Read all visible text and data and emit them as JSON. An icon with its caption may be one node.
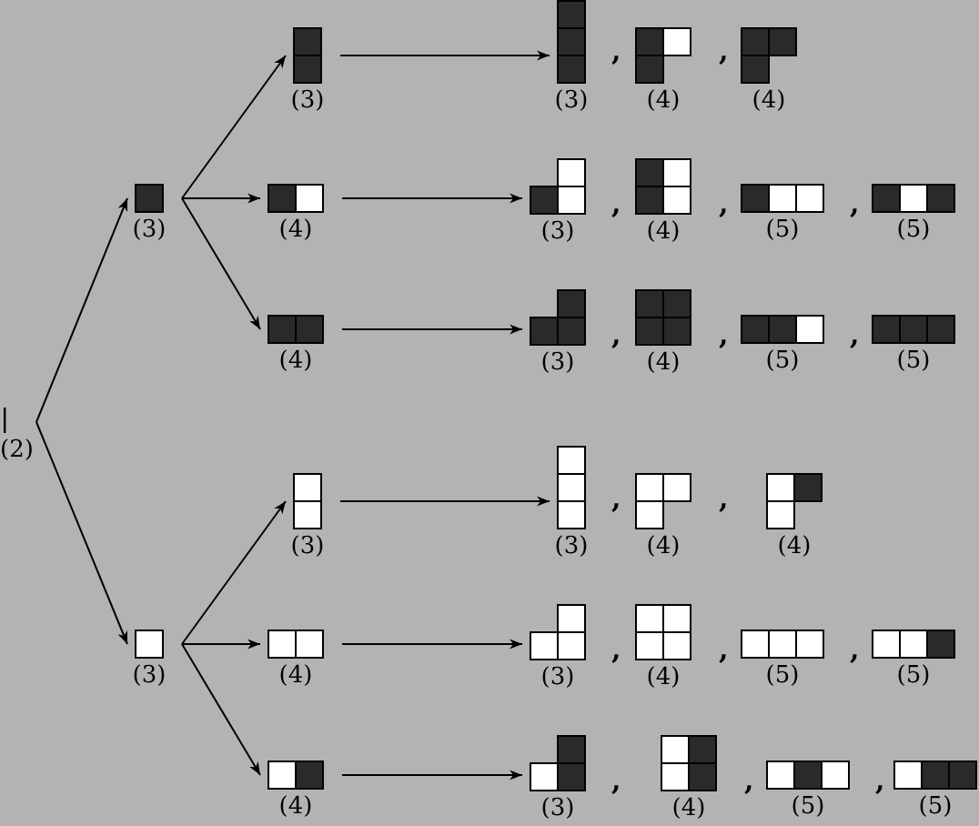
{
  "diagram": {
    "nodes": [
      {
        "text": [],
        "shape": "bar",
        "beside": [
          "(2)"
        ]
      },
      {
        "text": [],
        "shape": "box",
        "beside": [
          "(3)"
        ]
      },
      {
        "text": [],
        "shape": "box",
        "beside": [
          "(3)"
        ]
      },
      {
        "text": [],
        "shape": "box",
        "beside": [
          "(3)"
        ]
      },
      {
        "text": [],
        "shape": "box",
        "beside": [
          "(4)"
        ]
      },
      {
        "text": [],
        "shape": "box",
        "beside": [
          "(4)"
        ]
      },
      {
        "text": [],
        "shape": "box",
        "beside": [
          "(3)"
        ]
      },
      {
        "text": [],
        "shape": "box",
        "beside": [
          "(4)"
        ]
      },
      {
        "text": [],
        "shape": "box",
        "beside": [
          "(4)"
        ]
      },
      {
        "text": [],
        "shape": "picture",
        "beside": [
          "(3)"
        ]
      },
      {
        "text": [],
        "shape": "picture",
        "beside": [
          "(4)"
        ]
      },
      {
        "text": [],
        "shape": "picture",
        "beside": [
          "(4)"
        ]
      },
      {
        "text": [],
        "shape": "picture",
        "beside": [
          "(3)"
        ]
      },
      {
        "text": [],
        "shape": "picture",
        "beside": [
          "(4)"
        ]
      },
      {
        "text": [],
        "shape": "picture",
        "beside": [
          "(5)"
        ]
      },
      {
        "text": [],
        "shape": "picture",
        "beside": [
          "(5)"
        ]
      },
      {
        "text": [],
        "shape": "picture",
        "beside": [
          "(3)"
        ]
      },
      {
        "text": [],
        "shape": "picture",
        "beside": [
          "(4)"
        ]
      },
      {
        "text": [],
        "shape": "picture",
        "beside": [
          "(5)"
        ]
      },
      {
        "text": [],
        "shape": "picture",
        "beside": [
          "(5)"
        ]
      },
      {
        "text": [],
        "shape": "picture",
        "beside": [
          "(3)"
        ]
      },
      {
        "text": [],
        "shape": "picture",
        "beside": [
          "(4)"
        ]
      },
      {
        "text": [],
        "shape": "picture",
        "beside": [
          "(4)"
        ]
      },
      {
        "text": [],
        "shape": "picture",
        "beside": [
          "(3)"
        ]
      },
      {
        "text": [],
        "shape": "picture",
        "beside": [
          "(4)"
        ]
      },
      {
        "text": [],
        "shape": "picture",
        "beside": [
          "(5)"
        ]
      },
      {
        "text": [],
        "shape": "picture",
        "beside": [
          "(5)"
        ]
      },
      {
        "text": [],
        "shape": "picture",
        "beside": [
          "(3)"
        ]
      },
      {
        "text": [],
        "shape": "picture",
        "beside": [
          "(4)"
        ]
      },
      {
        "text": [],
        "shape": "picture",
        "beside": [
          "(5)"
        ]
      },
      {
        "text": [],
        "shape": "picture",
        "beside": [
          "(5)"
        ]
      }
    ],
    "edges": [
      {
        "from": 0,
        "to": 1,
        "arrow": "to"
      },
      {
        "from": 0,
        "to": 2,
        "arrow": "to"
      },
      {
        "from": 1,
        "to": 3,
        "arrow": "to"
      },
      {
        "from": 1,
        "to": 4,
        "arrow": "to"
      },
      {
        "from": 1,
        "to": 5,
        "arrow": "to"
      },
      {
        "from": 2,
        "to": 6,
        "arrow": "to"
      },
      {
        "from": 2,
        "to": 7,
        "arrow": "to"
      },
      {
        "from": 2,
        "to": 8,
        "arrow": "to"
      },
      {
        "from": 3,
        "to": 9,
        "arrow": "to"
      },
      {
        "from": 4,
        "to": 12,
        "arrow": "to"
      },
      {
        "from": 5,
        "to": 16,
        "arrow": "to"
      },
      {
        "from": 6,
        "to": 20,
        "arrow": "to"
      },
      {
        "from": 7,
        "to": 23,
        "arrow": "to"
      },
      {
        "from": 8,
        "to": 27,
        "arrow": "to"
      }
    ],
    "labels": [
      ",",
      ",",
      ",",
      ",",
      ",",
      ",",
      ",",
      ",",
      ",",
      ",",
      ",",
      ",",
      ",",
      ",",
      ",",
      ","
    ]
  }
}
